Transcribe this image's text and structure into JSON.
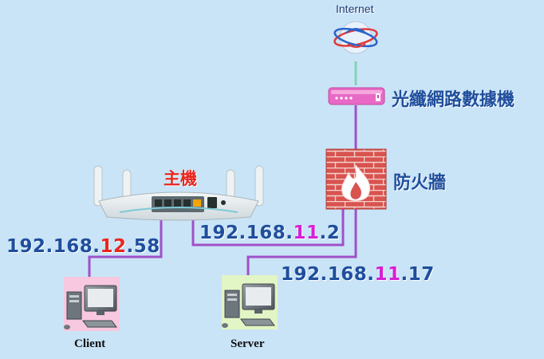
{
  "labels": {
    "internet": "Internet",
    "fiber_modem": "光纖網路數據機",
    "firewall": "防火牆",
    "host": "主機",
    "client": "Client",
    "server": "Server"
  },
  "ips": {
    "client_ip": {
      "prefix": "192.168.",
      "subnet": "12",
      "suffix": ".58"
    },
    "router_wan_ip": {
      "prefix": "192.168.",
      "subnet": "11",
      "suffix": ".2"
    },
    "server_ip": {
      "prefix": "192.168.",
      "subnet": "11",
      "suffix": ".17"
    }
  },
  "colors": {
    "background": "#c9e4f7",
    "link_line": "#a050c8",
    "internet_link": "#7fd3b8",
    "ip_text": "#1f4e9c",
    "subnet_12": "#e8271f",
    "subnet_11": "#d81fd6",
    "host_label": "#e8271f",
    "client_bg": "#f7c8e0",
    "server_bg": "#e2f5c4",
    "modem": "#e86ac6",
    "firewall_brick": "#d9534f"
  },
  "icons": {
    "internet": "globe-icon",
    "modem": "modem-icon",
    "firewall": "firewall-icon",
    "router": "router-icon",
    "client": "computer-icon",
    "server": "computer-icon"
  }
}
